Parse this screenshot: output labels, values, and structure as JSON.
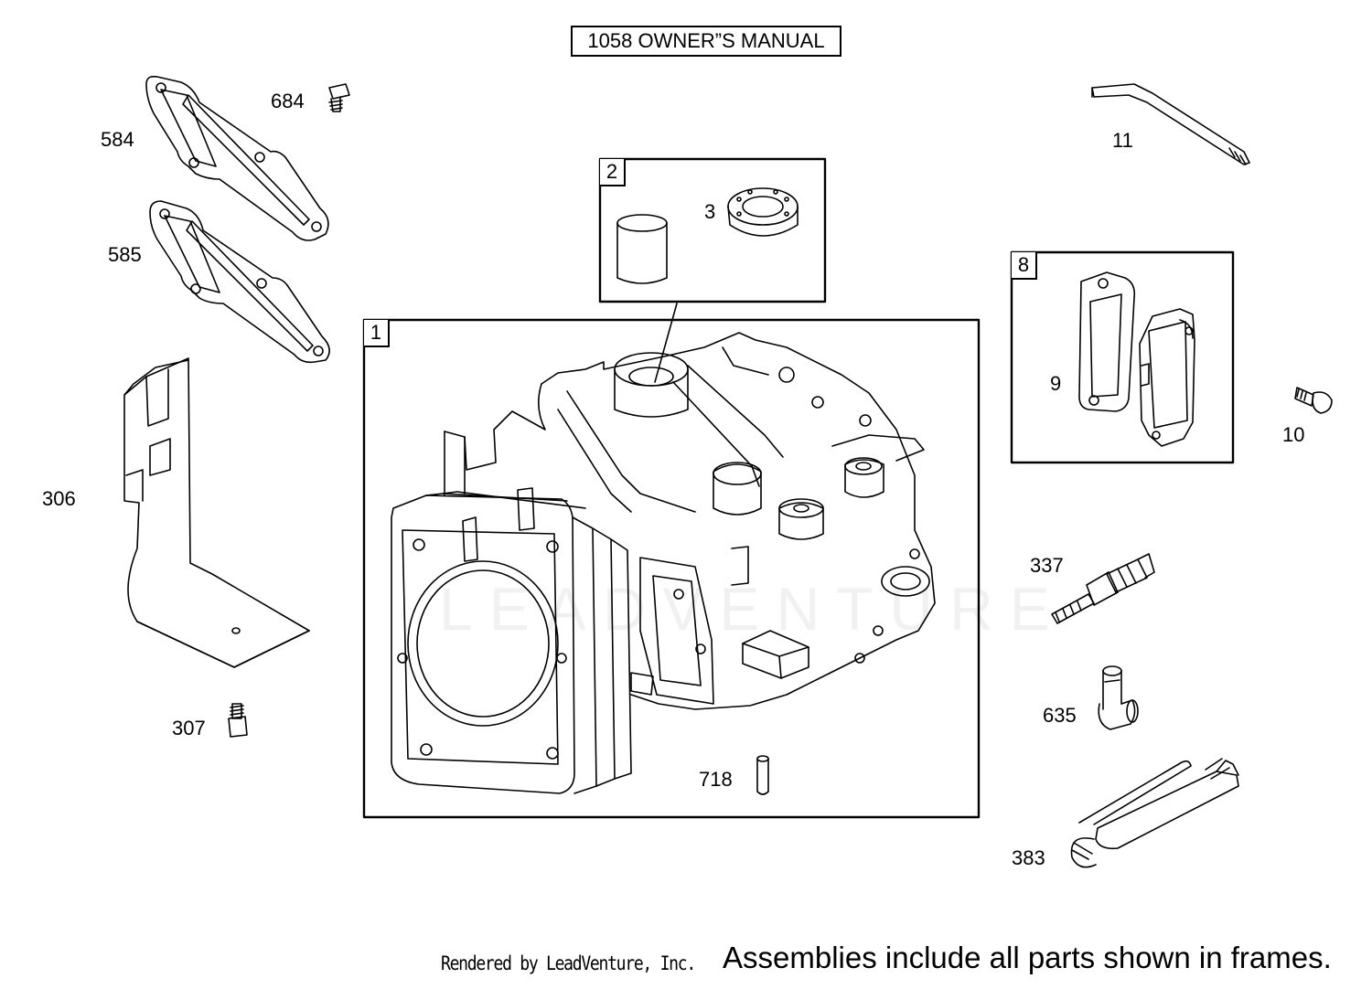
{
  "header": {
    "title": "1058 OWNER”S MANUAL"
  },
  "frames": [
    {
      "id": "frame-1",
      "number": "1"
    },
    {
      "id": "frame-2",
      "number": "2"
    },
    {
      "id": "frame-8",
      "number": "8"
    }
  ],
  "parts": {
    "p584": "584",
    "p684": "684",
    "p585": "585",
    "p306": "306",
    "p307": "307",
    "p3": "3",
    "p718": "718",
    "p11": "11",
    "p9": "9",
    "p10": "10",
    "p337": "337",
    "p635": "635",
    "p383": "383"
  },
  "watermark": "LEADVENTURE",
  "footer": {
    "rendered_by": "Rendered by LeadVenture, Inc.",
    "note": "Assemblies include all parts shown in frames."
  }
}
